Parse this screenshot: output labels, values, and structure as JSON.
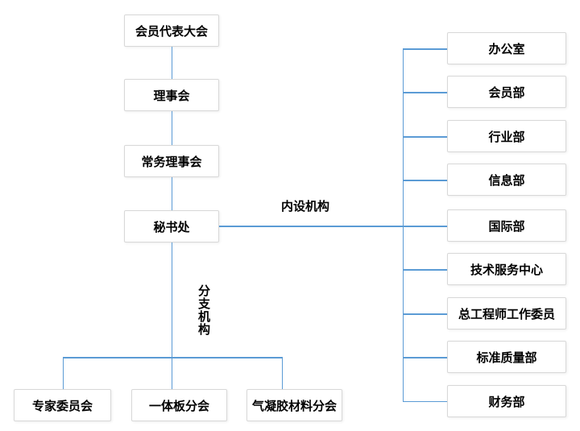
{
  "colors": {
    "line": "#5b9bd5",
    "box_border": "#d8d8d8",
    "box_background": "#ffffff",
    "text": "#000000",
    "page_background": "#ffffff"
  },
  "labels": {
    "internal": "内设机构",
    "branch": "分支机构"
  },
  "chain": [
    "会员代表大会",
    "理事会",
    "常务理事会",
    "秘书处"
  ],
  "internal_departments": [
    "办公室",
    "会员部",
    "行业部",
    "信息部",
    "国际部",
    "技术服务中心",
    "总工程师工作委员",
    "标准质量部",
    "财务部"
  ],
  "branches": [
    "专家委员会",
    "一体板分会",
    "气凝胶材料分会"
  ]
}
